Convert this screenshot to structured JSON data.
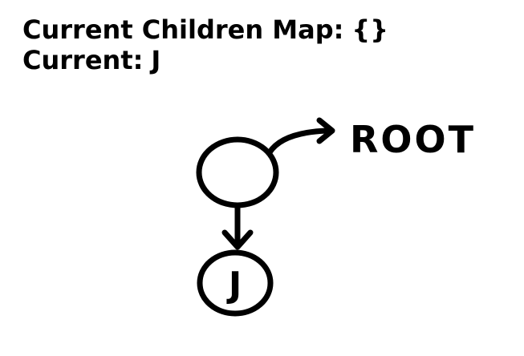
{
  "header": {
    "map_label": "Current Children Map:",
    "map_value": "{}",
    "current_label": "Current:",
    "current_value": "J"
  },
  "diagram": {
    "pointer_label": "ROOT",
    "child_label": "J",
    "ink_color": "#000000"
  }
}
